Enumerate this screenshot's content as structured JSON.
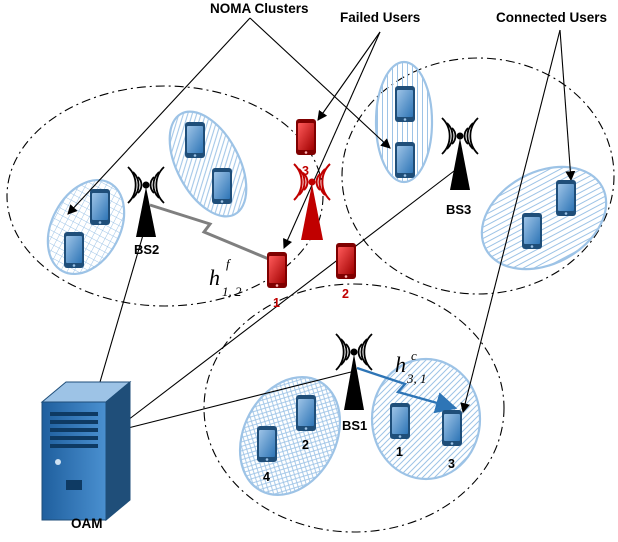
{
  "labels": {
    "noma_clusters": "NOMA Clusters",
    "failed_users": "Failed Users",
    "connected_users": "Connected Users",
    "bs1": "BS1",
    "bs2": "BS2",
    "bs3": "BS3",
    "oam": "OAM"
  },
  "channels": {
    "failed": {
      "symbol": "h",
      "sup": "f",
      "sub": "1, 2"
    },
    "connected": {
      "symbol": "h",
      "sup": "c",
      "sub": "3, 1"
    }
  },
  "user_numbers": {
    "failed_1": "1",
    "failed_2": "2",
    "failed_3": "3",
    "bs1_user_1": "1",
    "bs1_user_2": "2",
    "bs1_user_3": "3",
    "bs1_user_4": "4"
  },
  "colors": {
    "phone_blue": "#5b9bd5",
    "failed_red": "#c00000",
    "cluster_edge": "#9dc3e6",
    "server_blue": "#2e75b6",
    "link_gray": "#7f7f7f"
  }
}
